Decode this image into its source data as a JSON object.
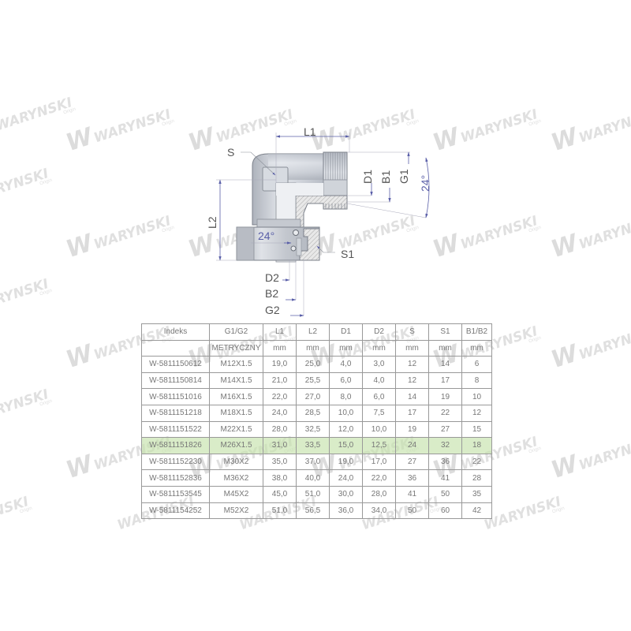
{
  "watermark": {
    "brand": "WARYNSKI",
    "sub": "Origin",
    "logo": "W"
  },
  "diagram": {
    "title": "90° swivel elbow fitting with O-ring and union nut",
    "labels": {
      "L1": "L1",
      "L2": "L2",
      "S": "S",
      "S1": "S1",
      "D1": "D1",
      "B1": "B1",
      "G1": "G1",
      "D2": "D2",
      "B2": "B2",
      "G2": "G2",
      "angle_right": "24°",
      "angle_inner": "24°"
    },
    "colors": {
      "body": "#cfd3da",
      "body_dark": "#a9aeb8",
      "outline": "#7b808a",
      "dimension": "#5a5fa8",
      "label": "#555555",
      "hatch": "#b0b0b0"
    }
  },
  "table": {
    "headers": [
      "Indeks",
      "G1/G2",
      "L1",
      "L2",
      "D1",
      "D2",
      "S",
      "S1",
      "B1/B2"
    ],
    "units": [
      "",
      "METRYCZNY",
      "mm",
      "mm",
      "mm",
      "mm",
      "mm",
      "mm",
      "mm"
    ],
    "highlight_row_index": 5,
    "highlight_color": "#d5ebc4",
    "rows": [
      [
        "W-5811150612",
        "M12X1.5",
        "19,0",
        "25,0",
        "4,0",
        "3,0",
        "12",
        "14",
        "6"
      ],
      [
        "W-5811150814",
        "M14X1.5",
        "21,0",
        "25,5",
        "6,0",
        "4,0",
        "12",
        "17",
        "8"
      ],
      [
        "W-5811151016",
        "M16X1.5",
        "22,0",
        "27,0",
        "8,0",
        "6,0",
        "14",
        "19",
        "10"
      ],
      [
        "W-5811151218",
        "M18X1.5",
        "24,0",
        "28,5",
        "10,0",
        "7,5",
        "17",
        "22",
        "12"
      ],
      [
        "W-5811151522",
        "M22X1.5",
        "28,0",
        "32,5",
        "12,0",
        "10,0",
        "19",
        "27",
        "15"
      ],
      [
        "W-5811151826",
        "M26X1.5",
        "31,0",
        "33,5",
        "15,0",
        "12,5",
        "24",
        "32",
        "18"
      ],
      [
        "W-5811152230",
        "M30X2",
        "35,0",
        "37,0",
        "19,0",
        "17,0",
        "27",
        "36",
        "22"
      ],
      [
        "W-5811152836",
        "M36X2",
        "38,0",
        "40,0",
        "24,0",
        "22,0",
        "36",
        "41",
        "28"
      ],
      [
        "W-5811153545",
        "M45X2",
        "45,0",
        "51,0",
        "30,0",
        "28,0",
        "41",
        "50",
        "35"
      ],
      [
        "W-5811154252",
        "M52X2",
        "51,0",
        "56,5",
        "36,0",
        "34,0",
        "50",
        "60",
        "42"
      ]
    ]
  }
}
